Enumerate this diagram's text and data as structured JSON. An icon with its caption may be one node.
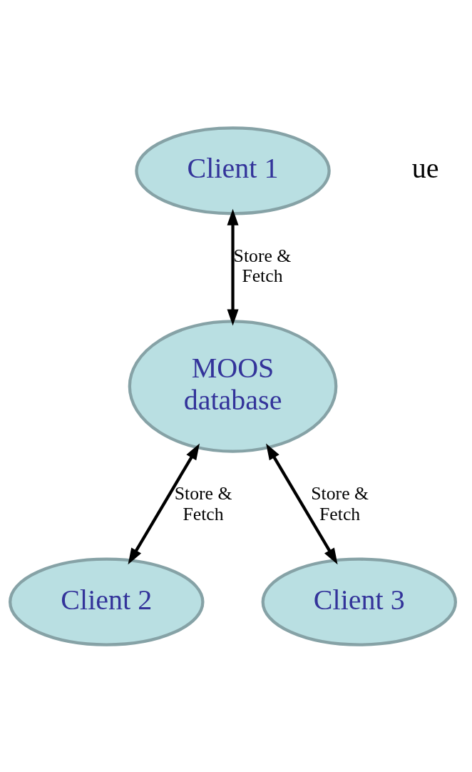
{
  "diagram": {
    "nodes": [
      {
        "text": [
          "Client 1"
        ]
      },
      {
        "text": [
          "MOOS database"
        ]
      },
      {
        "text": [
          "Client 2"
        ]
      },
      {
        "text": [
          "Client 3"
        ]
      }
    ],
    "edges": [
      {
        "from": 0,
        "to": 1,
        "arrow": "both",
        "label": "Store & Fetch"
      },
      {
        "from": 1,
        "to": 2,
        "arrow": "both",
        "label": "Store & Fetch"
      },
      {
        "from": 1,
        "to": 3,
        "arrow": "both",
        "label": "Store & Fetch"
      }
    ],
    "labels": [
      "ue"
    ]
  }
}
